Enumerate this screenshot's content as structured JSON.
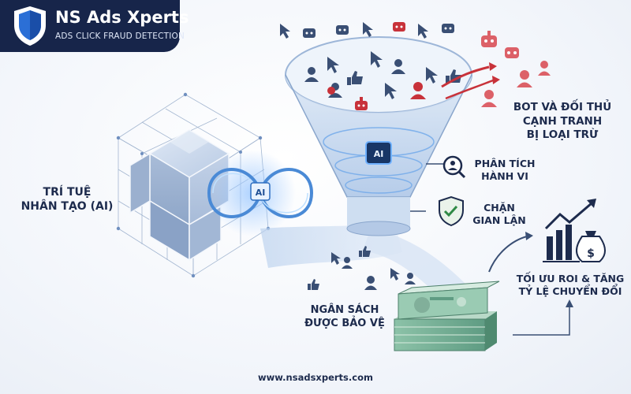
{
  "brand": {
    "name": "NS Ads Xperts",
    "tagline": "ADS CLICK FRAUD DETECTION"
  },
  "labels": {
    "ai": [
      "TRÍ TUỆ",
      "NHÂN TẠO (AI)"
    ],
    "bots": [
      "BOT VÀ ĐỐI THỦ",
      "CẠNH TRANH",
      "BỊ LOẠI TRỪ"
    ],
    "analysis": [
      "PHÂN TÍCH",
      "HÀNH VI"
    ],
    "block": [
      "CHẶN",
      "GIAN LẬN"
    ],
    "roi": [
      "TỐI ƯU ROI & TĂNG",
      "TỶ LỆ CHUYỂN ĐỔI"
    ],
    "budget": [
      "NGÂN SÁCH",
      "ĐƯỢC BẢO VỆ"
    ],
    "ai_chip": "AI"
  },
  "footer": {
    "url": "www.nsadsxperts.com"
  },
  "colors": {
    "navy": "#17254a",
    "text": "#1d2b4d",
    "bot_red": "#c8323a",
    "ai_blue": "#4a8ad6",
    "money_green": "#7fb89a"
  },
  "icons": [
    "shield-logo-icon",
    "robot-icon",
    "user-icon",
    "cursor-icon",
    "thumbs-up-icon",
    "magnifier-person-icon",
    "shield-check-icon",
    "bar-chart-up-icon",
    "money-bag-icon",
    "ai-chip-icon"
  ]
}
